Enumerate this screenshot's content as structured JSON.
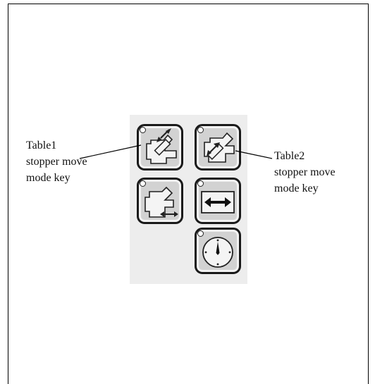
{
  "labels": {
    "table1": {
      "line1": "Table1",
      "line2": "stopper move",
      "line3": "mode key"
    },
    "table2": {
      "line1": "Table2",
      "line2": "stopper move",
      "line3": "mode key"
    }
  },
  "keys": [
    {
      "name": "table1-stopper-move-mode-key",
      "icon": "table1-stopper-move-icon"
    },
    {
      "name": "table2-stopper-move-mode-key",
      "icon": "table2-stopper-move-icon"
    },
    {
      "name": "table-slide-key",
      "icon": "table-slide-icon"
    },
    {
      "name": "horizontal-move-key",
      "icon": "double-arrow-icon"
    },
    {
      "name": "dial-key",
      "icon": "dial-icon"
    }
  ],
  "colors": {
    "key_fill": "#d2d2d2",
    "panel": "#ededed",
    "outline": "#1a1a1a"
  }
}
